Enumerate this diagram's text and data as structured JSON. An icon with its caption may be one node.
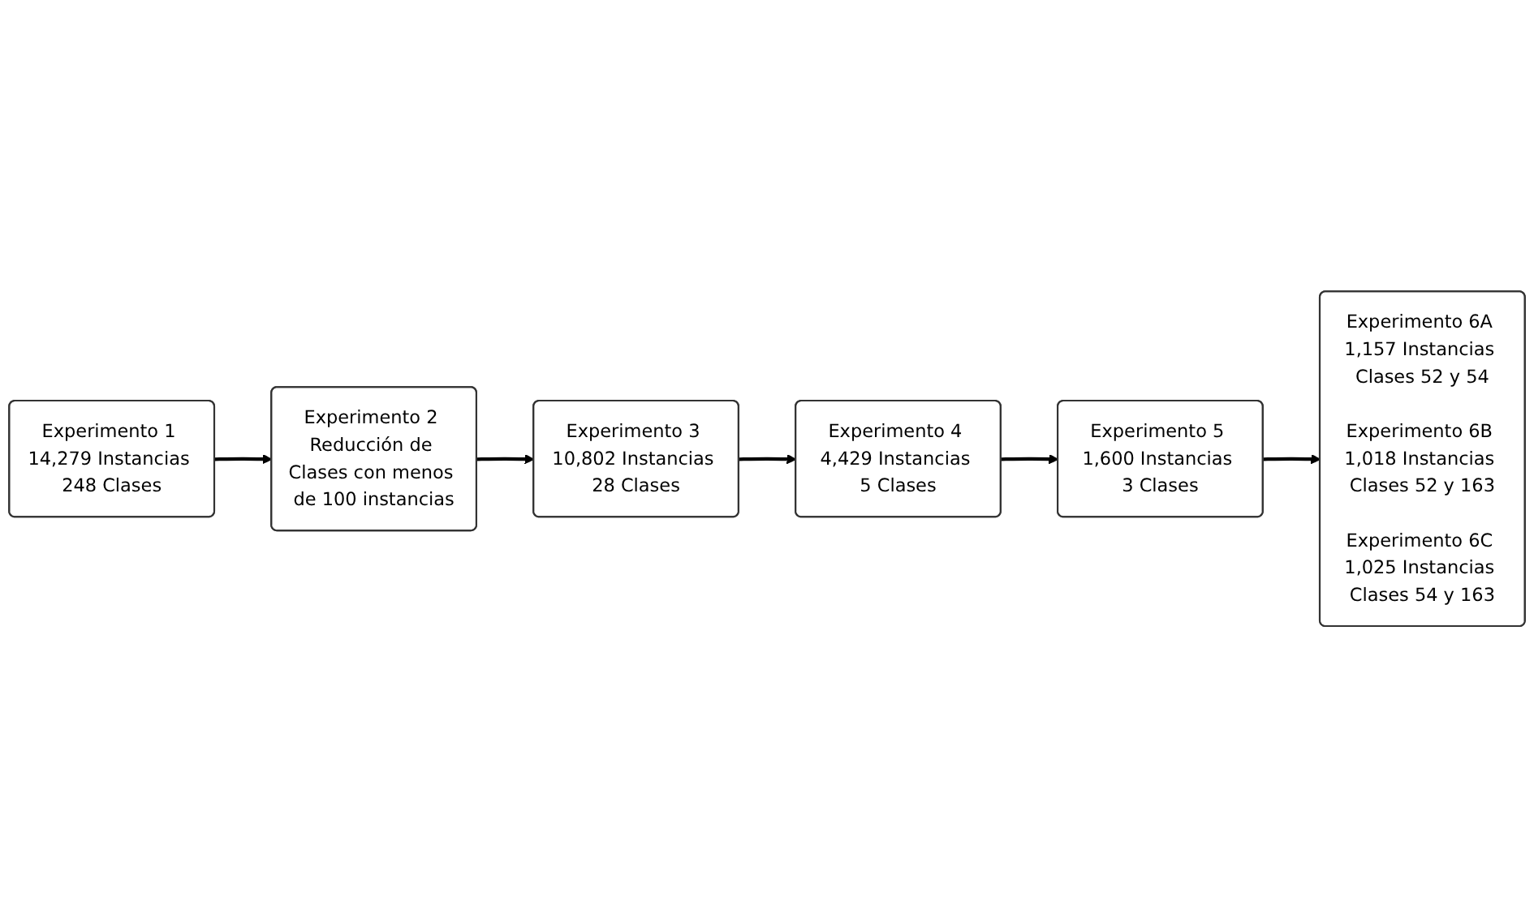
{
  "diagram": {
    "nodes": [
      {
        "text": [
          "Experimento 1 14,279 Instancias 248 Clases"
        ]
      },
      {
        "text": [
          "Experimento 2 Reducción de Clases con menos de 100 instancias"
        ]
      },
      {
        "text": [
          "Experimento 3 10,802 Instancias 28 Clases"
        ]
      },
      {
        "text": [
          "Experimento 4 4,429 Instancias 5 Clases"
        ]
      },
      {
        "text": [
          "Experimento 5 1,600 Instancias 3 Clases"
        ]
      },
      {
        "text": [
          "Experimento 6A 1,157 Instancias Clases 52 y 54",
          "Experimento 6B 1,018 Instancias Clases 52 y 163",
          "Experimento 6C 1,025 Instancias Clases 54 y 163"
        ]
      }
    ],
    "edges": [
      {
        "from": 0,
        "to": 1,
        "arrow": "to"
      },
      {
        "from": 1,
        "to": 2,
        "arrow": "to"
      },
      {
        "from": 2,
        "to": 3,
        "arrow": "to"
      },
      {
        "from": 3,
        "to": 4,
        "arrow": "to"
      },
      {
        "from": 4,
        "to": 5,
        "arrow": "to"
      }
    ]
  }
}
